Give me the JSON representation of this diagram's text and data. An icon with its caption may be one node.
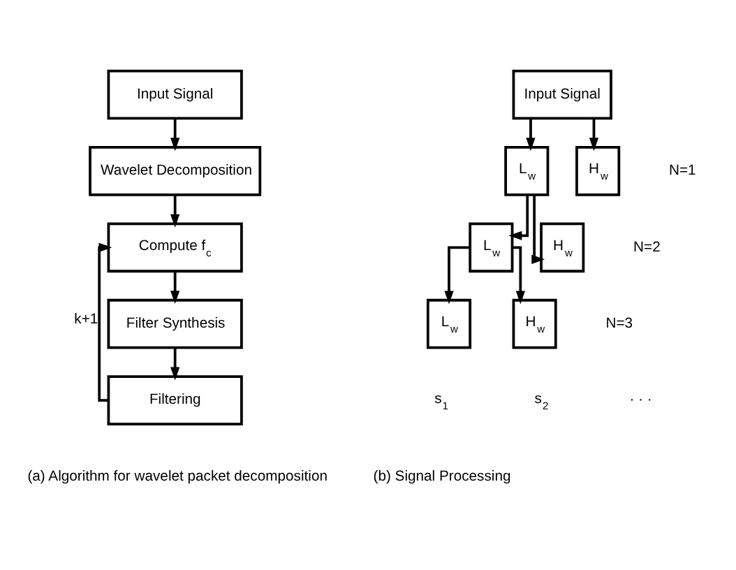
{
  "diagram": {
    "nodes": [
      {
        "text": [
          "Input Signal"
        ]
      },
      {
        "text": [
          "Wavelet Decomposition"
        ]
      },
      {
        "text": [
          "Compute f$_{c}$"
        ]
      },
      {
        "text": [
          "Filter Synthesis"
        ]
      },
      {
        "text": [
          "Filtering"
        ]
      },
      {
        "text": [
          "Input Signal"
        ]
      },
      {
        "text": [
          "L$_{w}$"
        ]
      },
      {
        "text": [
          "H$_{w}$"
        ]
      },
      {
        "text": [
          "L$_{w}$"
        ]
      },
      {
        "text": [
          "H$_{w}$"
        ]
      },
      {
        "text": [
          "L$_{w}$"
        ]
      },
      {
        "text": [
          "H$_{w}$"
        ]
      }
    ],
    "edges": [
      {
        "from": 0,
        "to": 1,
        "arrow": "to"
      },
      {
        "from": 1,
        "to": 2,
        "arrow": "to"
      },
      {
        "from": 2,
        "to": 3,
        "arrow": "to"
      },
      {
        "from": 3,
        "to": 4,
        "arrow": "to"
      },
      {
        "from": 4,
        "to": 2,
        "arrow": "to",
        "label": "k+1"
      },
      {
        "from": 5,
        "to": 6,
        "arrow": "to"
      },
      {
        "from": 5,
        "to": 7,
        "arrow": "to"
      },
      {
        "from": 6,
        "to": 8,
        "arrow": "to"
      },
      {
        "from": 6,
        "to": 9,
        "arrow": "to"
      },
      {
        "from": 8,
        "to": 10,
        "arrow": "to"
      },
      {
        "from": 8,
        "to": 11,
        "arrow": "to"
      }
    ],
    "labels": [
      "N=1",
      "N=2",
      "N=3",
      "s$_{1}$",
      "s$_{2}$",
      "· · ·",
      "(a) Algorithm for wavelet packet decomposition",
      "(b) Signal Processing"
    ]
  }
}
